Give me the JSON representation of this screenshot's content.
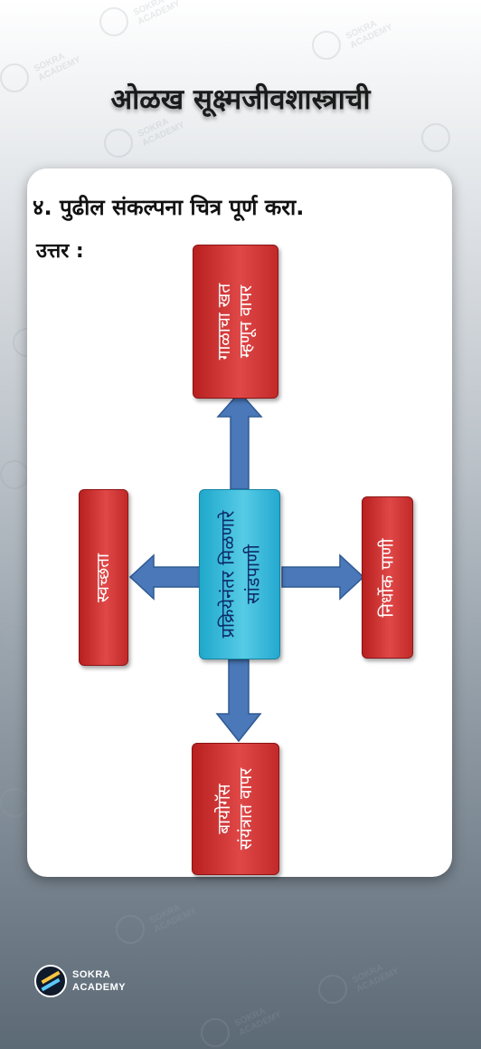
{
  "title": "ओळख सूक्ष्मजीवशास्त्राची",
  "question": "४. पुढील संकल्पना चित्र पूर्ण करा.",
  "answer_label": "उत्तर :",
  "diagram": {
    "center": {
      "lines": [
        "प्रक्रियेनंतर मिळणारे",
        "सांडपाणी"
      ]
    },
    "top": {
      "lines": [
        "गाळाचा खत",
        "म्हणून वापर"
      ]
    },
    "left": {
      "lines": [
        "स्वच्छता"
      ]
    },
    "right": {
      "lines": [
        "निर्धोक पाणी"
      ]
    },
    "bottom": {
      "lines": [
        "बायोगॅस",
        "संयंत्रात वापर"
      ]
    }
  },
  "watermark_text": "SOKRA\nACADEMY",
  "brand": {
    "line1": "SOKRA",
    "line2": "ACADEMY"
  },
  "colors": {
    "box_red": "#d63a3a",
    "box_blue": "#3ec0e0",
    "arrow": "#4a78b8"
  }
}
